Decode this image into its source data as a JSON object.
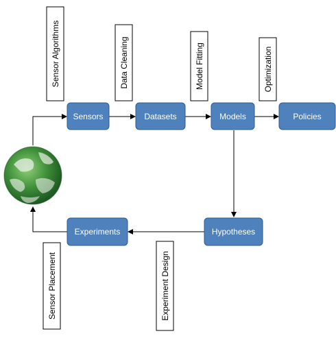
{
  "colors": {
    "node_fill": "#4f81bd",
    "node_stroke": "#2f5b8f",
    "arrow": "#000000",
    "label_box_border": "#000000",
    "globe_land": "#3f8f3a",
    "globe_cloud": "#e8efe6"
  },
  "nodes": {
    "sensors": "Sensors",
    "datasets": "Datasets",
    "models": "Models",
    "policies": "Policies",
    "hypotheses": "Hypotheses",
    "experiments": "Experiments"
  },
  "process_labels": {
    "sensor_algorithms": "Sensor Algorithms",
    "data_cleaning": "Data Cleaning",
    "model_fitting": "Model Fitting",
    "optimization": "Optimization",
    "sensor_placement": "Sensor Placement",
    "experiment_design": "Experiment Design"
  },
  "icons": {
    "earth": "earth-globe-icon"
  }
}
